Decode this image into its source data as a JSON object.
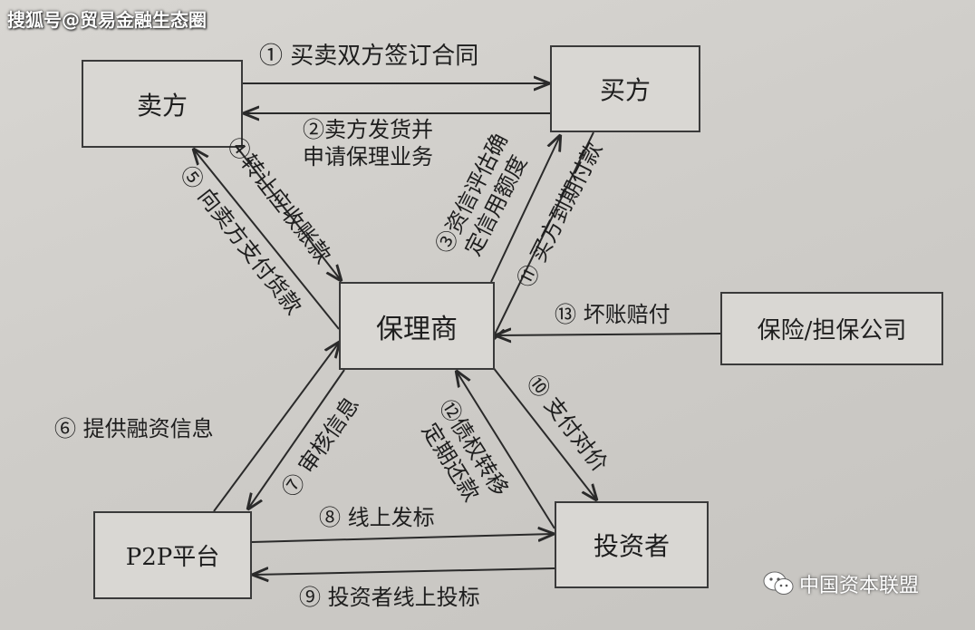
{
  "watermark": "搜狐号@贸易金融生态圈",
  "brand": "中国资本联盟",
  "nodes": {
    "seller": "卖方",
    "buyer": "买方",
    "factor": "保理商",
    "insurer": "保险/担保公司",
    "p2p": "P2P平台",
    "investor": "投资者"
  },
  "edges": {
    "e1": "① 买卖双方签订合同",
    "e2": "②卖方发货并\n申请保理业务",
    "e3": "③资信评估确\n定信用额度",
    "e4": "④转让应收账款",
    "e5": "⑤ 向卖方支付货款",
    "e6": "⑥ 提供融资信息",
    "e7": "⑦ 审核信息",
    "e8": "⑧ 线上发标",
    "e9": "⑨ 投资者线上投标",
    "e10": "⑩ 支付对价",
    "e11": "⑪ 买方到期付款",
    "e12": "⑫债权转移\n定期还款",
    "e13": "⑬ 坏账赔付"
  }
}
